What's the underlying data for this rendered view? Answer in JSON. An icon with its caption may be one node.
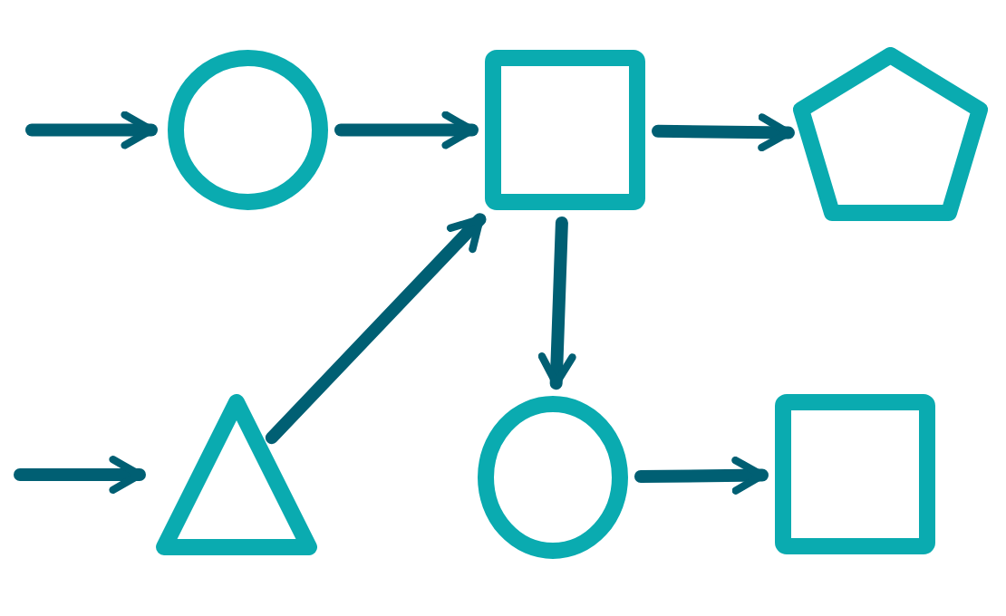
{
  "diagram": {
    "nodes": [
      {
        "text": [],
        "shape": "circle"
      },
      {
        "text": [],
        "shape": "box"
      },
      {
        "text": [],
        "shape": "pentagon"
      },
      {
        "text": [],
        "shape": "triangle"
      },
      {
        "text": [],
        "shape": "circle"
      },
      {
        "text": [],
        "shape": "box"
      }
    ],
    "edges": [
      {
        "from": null,
        "to": 0,
        "arrow": "to"
      },
      {
        "from": 0,
        "to": 1,
        "arrow": "to"
      },
      {
        "from": 1,
        "to": 2,
        "arrow": "to"
      },
      {
        "from": null,
        "to": 3,
        "arrow": "to"
      },
      {
        "from": 3,
        "to": 1,
        "arrow": "to"
      },
      {
        "from": 1,
        "to": 4,
        "arrow": "to"
      },
      {
        "from": 4,
        "to": 5,
        "arrow": "to"
      }
    ]
  }
}
